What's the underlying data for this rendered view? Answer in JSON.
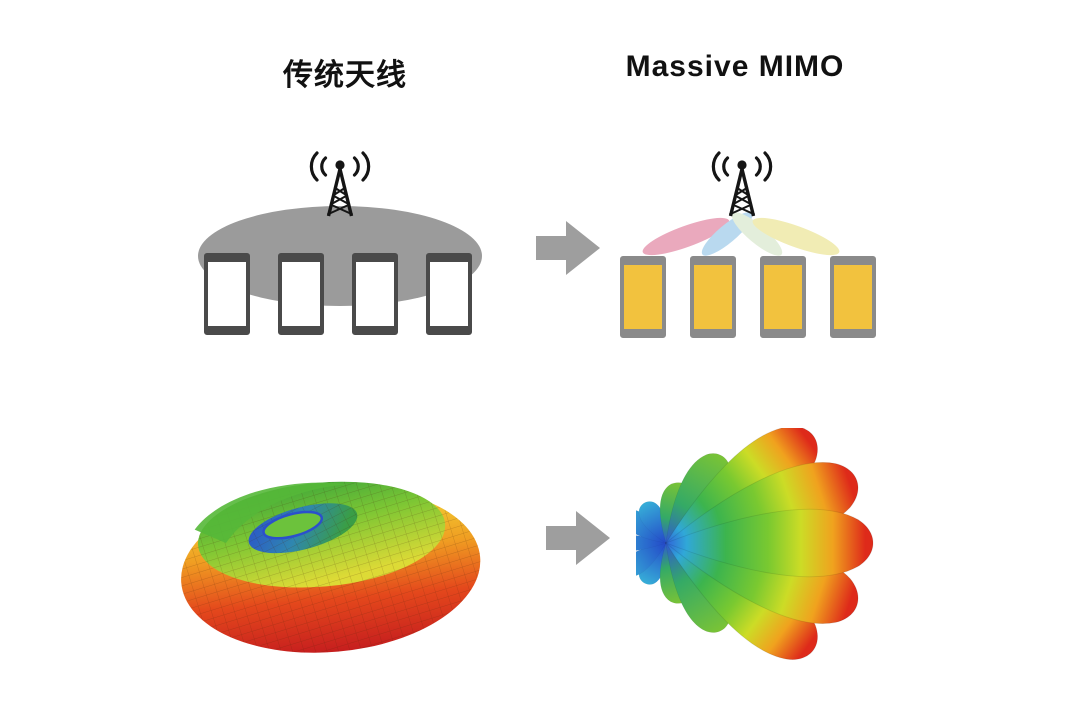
{
  "titles": {
    "traditional": "传统天线",
    "massive_mimo": "Massive MIMO"
  },
  "figures": {
    "traditional_coverage": "cell tower broadcasting one wide gray coverage ellipse over 4 phones",
    "mimo_coverage": "cell tower sending 4 narrow colored beams, one to each of 4 phones",
    "traditional_pattern": "3D omnidirectional torus antenna radiation pattern",
    "mimo_pattern": "3D multi-lobe beamforming antenna radiation pattern"
  },
  "counts": {
    "phones_traditional": 4,
    "phones_mimo": 4,
    "mimo_beams": 4
  },
  "colors": {
    "coverage_gray": "#9b9b9b",
    "arrow_gray": "#9e9e9e",
    "phone_screen_traditional": "#ffffff",
    "phone_bezel_traditional": "#4a4a4a",
    "phone_screen_mimo": "#f2c23e",
    "phone_bezel_mimo": "#8a8a8a",
    "beam_pink": "#eaa9bd",
    "beam_light_blue": "#b9d9ef",
    "beam_pale_green": "#e3eedb",
    "beam_pale_yellow": "#f1ecb4"
  }
}
